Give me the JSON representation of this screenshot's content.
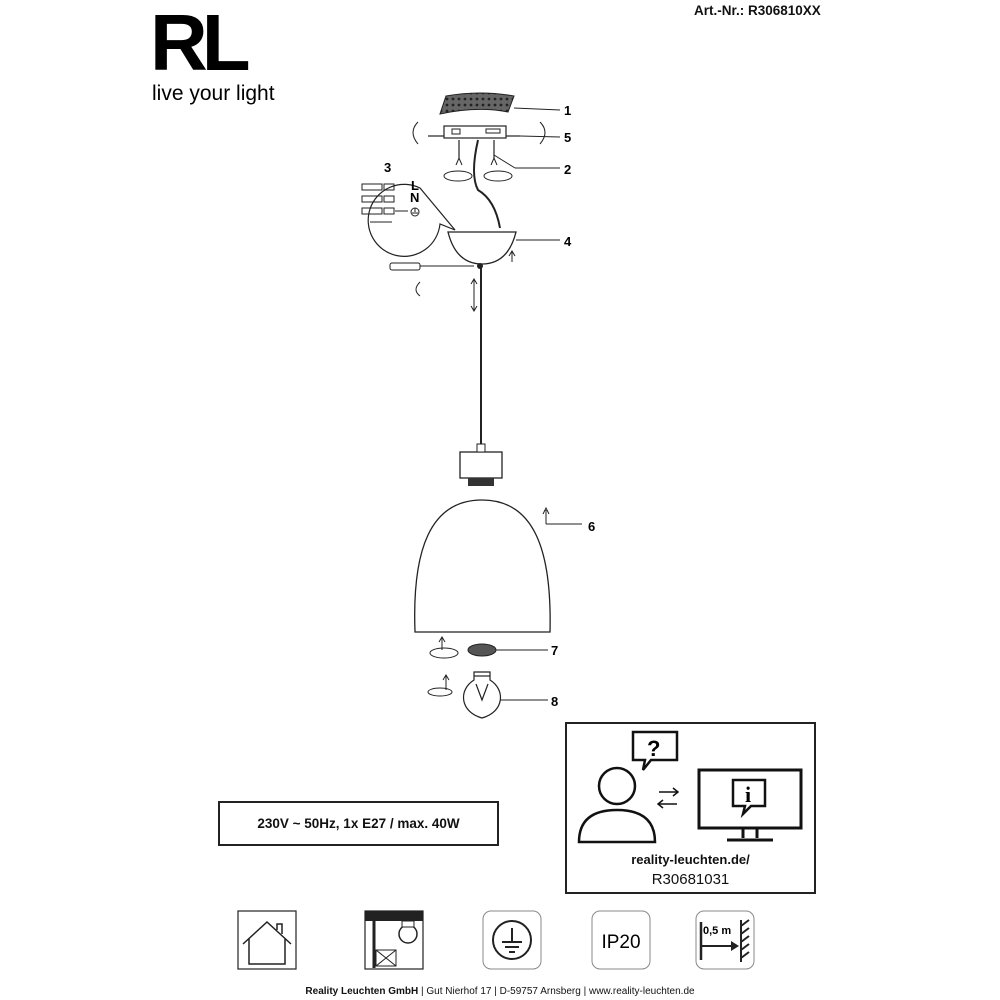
{
  "header": {
    "logo_text": "RL",
    "tagline": "live your light",
    "article_number": "Art.-Nr.: R306810XX"
  },
  "diagram": {
    "callouts": [
      "1",
      "5",
      "2",
      "3",
      "4",
      "6",
      "7",
      "8"
    ],
    "terminal_labels": {
      "live": "L",
      "neutral": "N"
    }
  },
  "spec": {
    "text": "230V ~ 50Hz, 1x E27 / max. 40W"
  },
  "info": {
    "question_mark": "?",
    "info_letter": "i",
    "url": "reality-leuchten.de/",
    "code": "R30681031"
  },
  "symbols": {
    "ip_rating": "IP20",
    "distance": "0,5 m"
  },
  "footer": {
    "company": "Reality Leuchten GmbH",
    "sep1": "|",
    "address": "Gut Nierhof 17",
    "sep2": "|",
    "city": "D-59757 Arnsberg",
    "sep3": "|",
    "website": "www.reality-leuchten.de"
  }
}
